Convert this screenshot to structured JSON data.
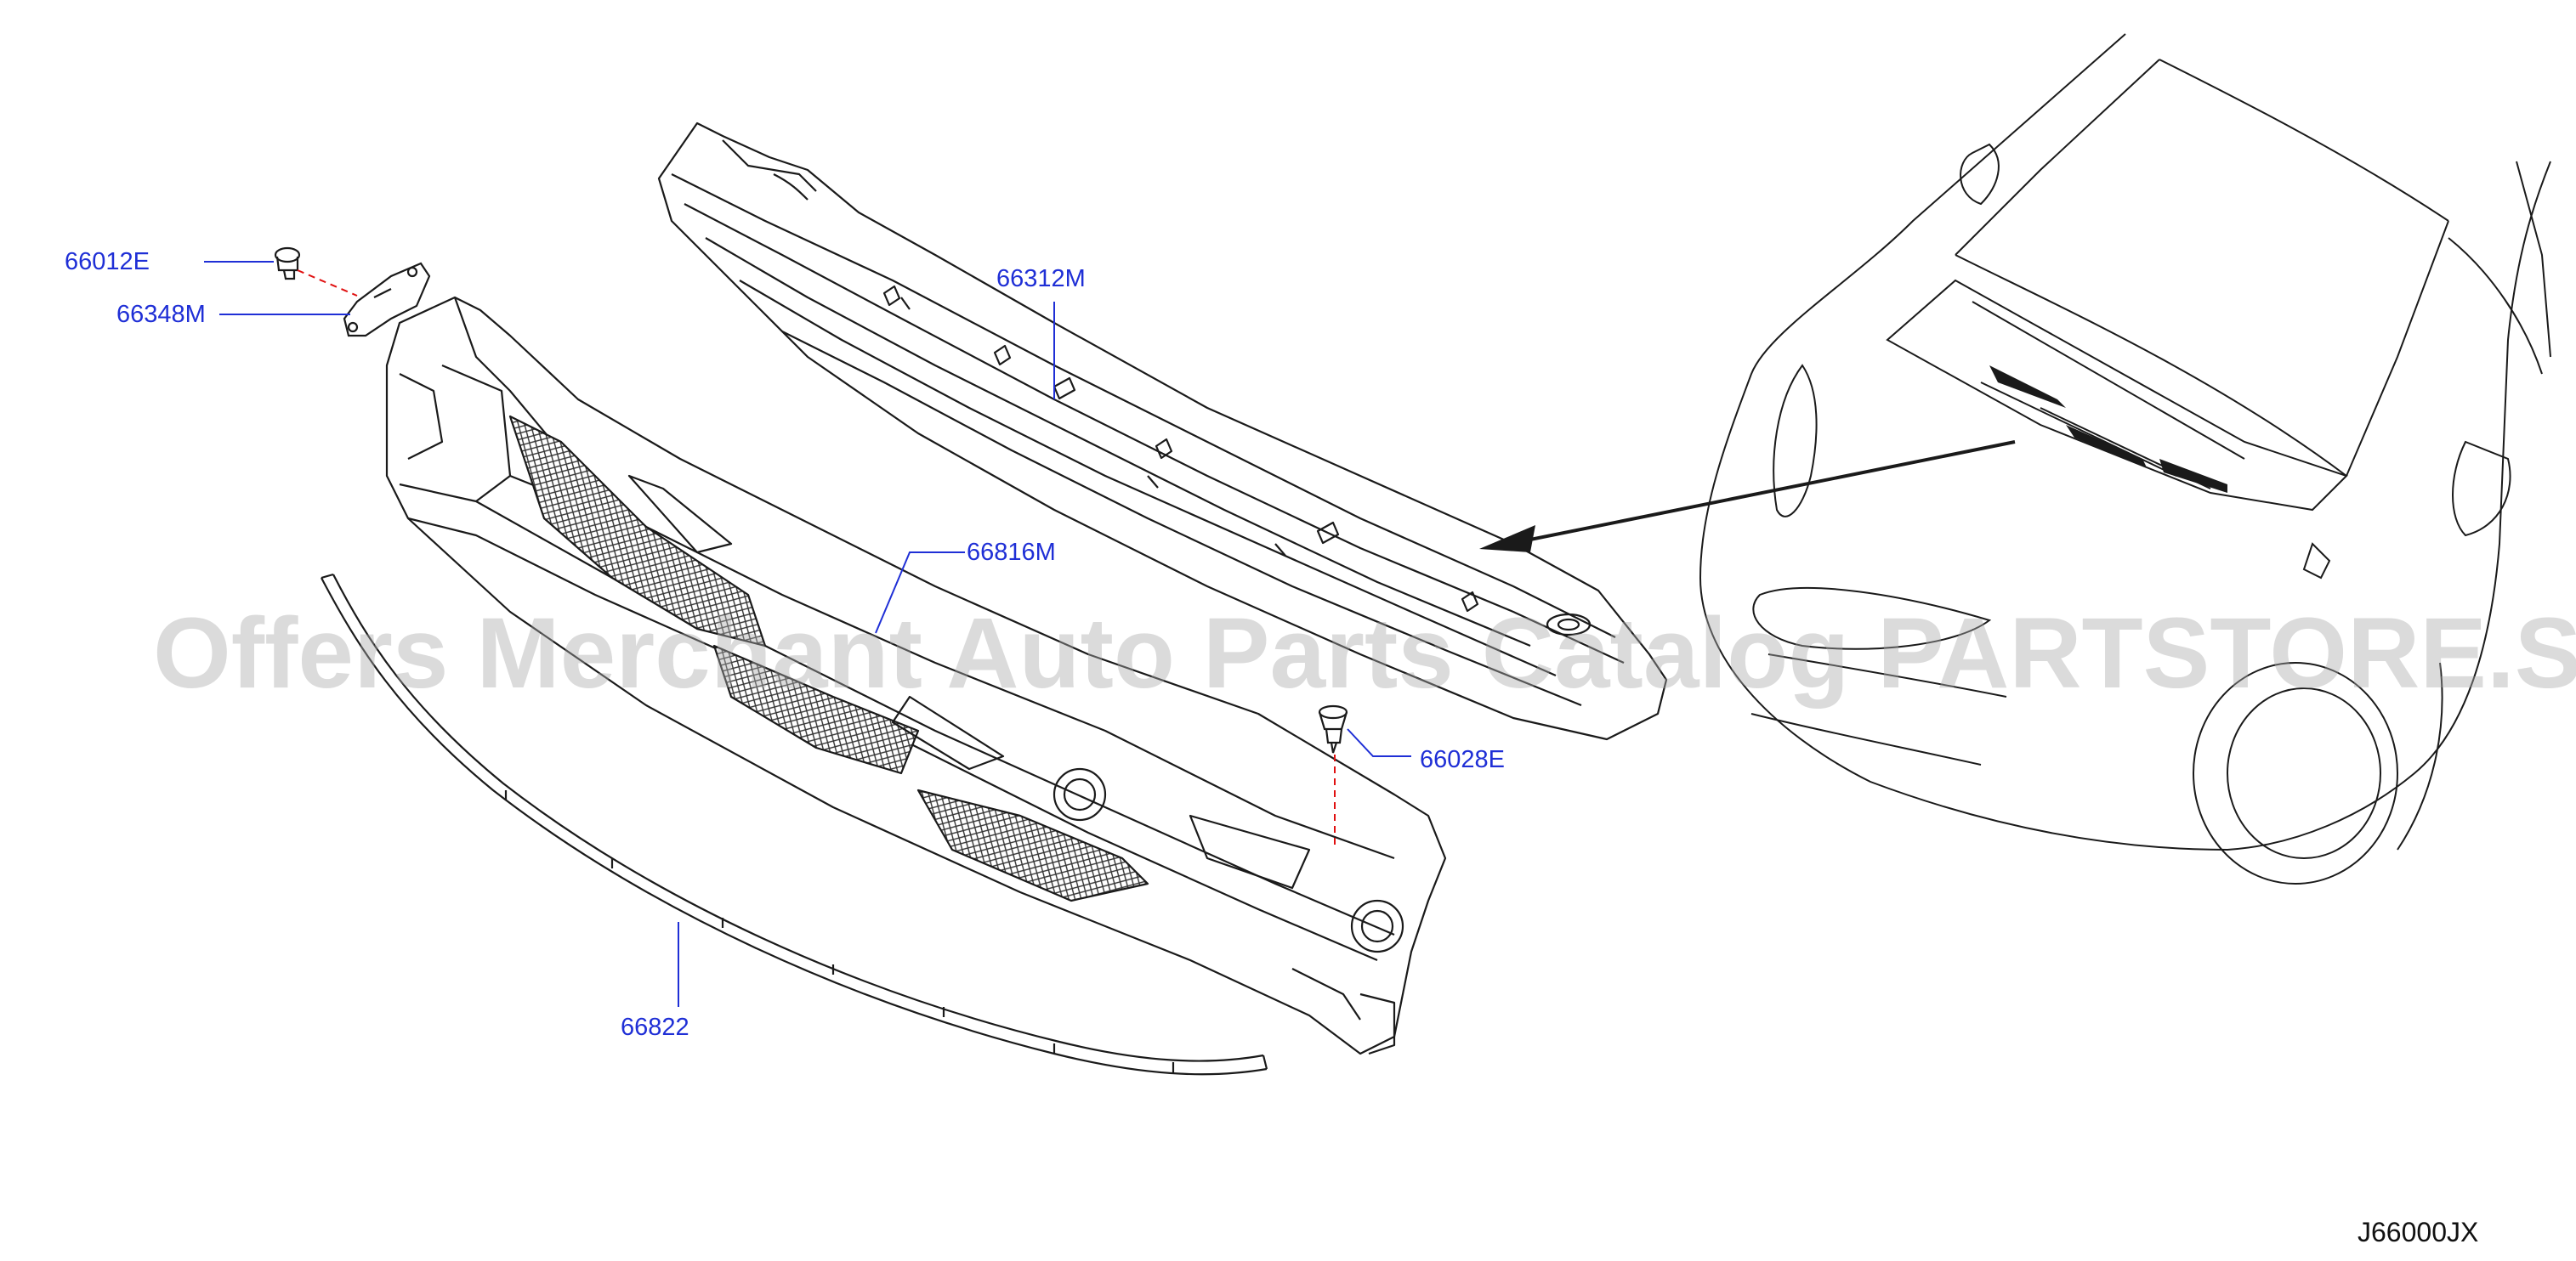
{
  "callouts": [
    {
      "id": "p1",
      "number": "66012E"
    },
    {
      "id": "p2",
      "number": "66348M"
    },
    {
      "id": "p3",
      "number": "66312M"
    },
    {
      "id": "p4",
      "number": "66816M"
    },
    {
      "id": "p5",
      "number": "66028E"
    },
    {
      "id": "p6",
      "number": "66822"
    }
  ],
  "diagram_code": "J66000JX",
  "watermark": "Offers Merchant Auto Parts Catalog PARTSTORE.SA",
  "colors": {
    "callout_text": "#1f2fd6",
    "leader_line": "#1f2fd6",
    "centerline": "#e01010",
    "drawing": "#1a1a1a",
    "watermark": "#aaaaaa"
  }
}
